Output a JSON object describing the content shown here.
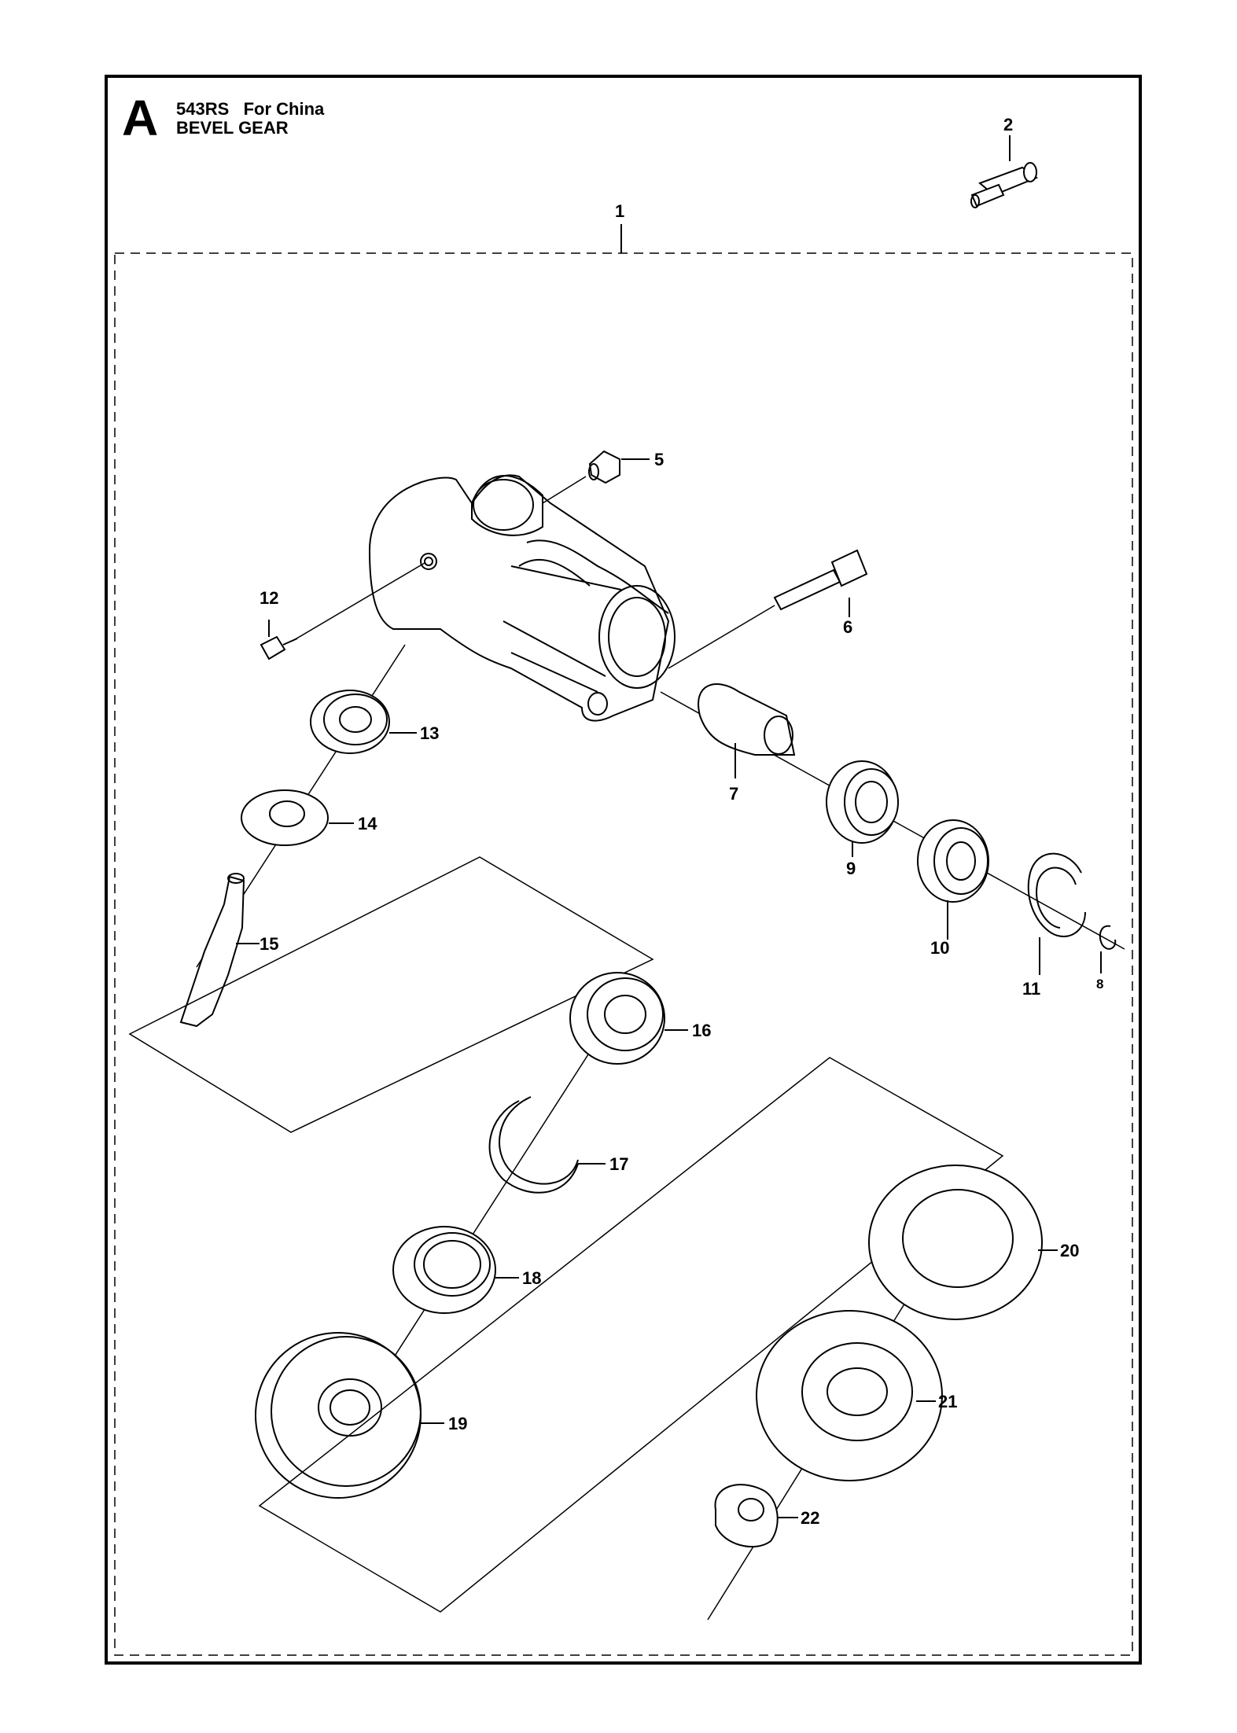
{
  "header": {
    "section_letter": "A",
    "model_line": "543RS   For China",
    "assembly_name": "BEVEL GEAR"
  },
  "callouts": {
    "c1": "1",
    "c2": "2",
    "c5": "5",
    "c6": "6",
    "c7": "7",
    "c8": "8",
    "c9": "9",
    "c10": "10",
    "c11": "11",
    "c12": "12",
    "c13": "13",
    "c14": "14",
    "c15": "15",
    "c16": "16",
    "c17": "17",
    "c18": "18",
    "c19": "19",
    "c20": "20",
    "c21": "21",
    "c22": "22"
  }
}
